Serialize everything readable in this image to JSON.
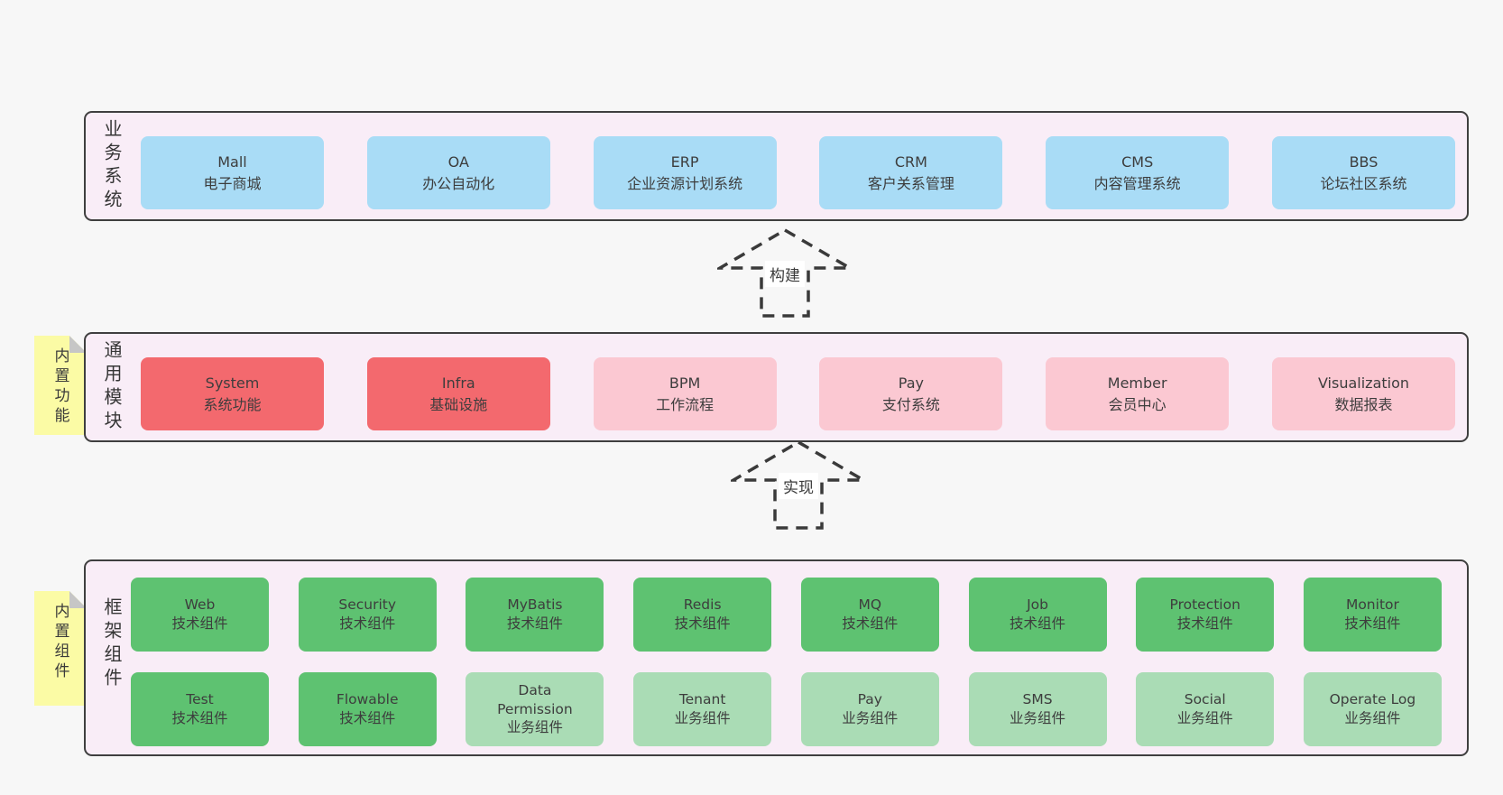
{
  "colors": {
    "page_bg": "#f7f7f7",
    "container_bg": "#f9edf7",
    "container_border": "#3f3f3f",
    "business_box_blue": "#a9dcf6",
    "module_box_red": "#f3696e",
    "module_box_pink": "#fbc8d2",
    "component_box_green": "#5ec271",
    "component_box_light_green": "#aadcb5",
    "note_yellow": "#fbfba5",
    "note_fold_gray": "#c6c6c6",
    "arrow_stroke": "#3a3a3a",
    "text": "#3d3d3d"
  },
  "arrows": {
    "build": "构建",
    "implement": "实现"
  },
  "layers": {
    "business": {
      "title": "业务系统",
      "boxes": [
        {
          "name": "Mall",
          "desc": "电子商城"
        },
        {
          "name": "OA",
          "desc": "办公自动化"
        },
        {
          "name": "ERP",
          "desc": "企业资源计划系统"
        },
        {
          "name": "CRM",
          "desc": "客户关系管理"
        },
        {
          "name": "CMS",
          "desc": "内容管理系统"
        },
        {
          "name": "BBS",
          "desc": "论坛社区系统"
        }
      ]
    },
    "modules": {
      "note": "内置功能",
      "title": "通用模块",
      "boxes": [
        {
          "name": "System",
          "desc": "系统功能"
        },
        {
          "name": "Infra",
          "desc": "基础设施"
        },
        {
          "name": "BPM",
          "desc": "工作流程"
        },
        {
          "name": "Pay",
          "desc": "支付系统"
        },
        {
          "name": "Member",
          "desc": "会员中心"
        },
        {
          "name": "Visualization",
          "desc": "数据报表"
        }
      ]
    },
    "components": {
      "note": "内置组件",
      "title": "框架组件",
      "row1": [
        {
          "name": "Web",
          "desc": "技术组件"
        },
        {
          "name": "Security",
          "desc": "技术组件"
        },
        {
          "name": "MyBatis",
          "desc": "技术组件"
        },
        {
          "name": "Redis",
          "desc": "技术组件"
        },
        {
          "name": "MQ",
          "desc": "技术组件"
        },
        {
          "name": "Job",
          "desc": "技术组件"
        },
        {
          "name": "Protection",
          "desc": "技术组件"
        },
        {
          "name": "Monitor",
          "desc": "技术组件"
        }
      ],
      "row2": [
        {
          "name": "Test",
          "desc": "技术组件"
        },
        {
          "name": "Flowable",
          "desc": "技术组件"
        },
        {
          "name": "Data Permission",
          "desc": "业务组件"
        },
        {
          "name": "Tenant",
          "desc": "业务组件"
        },
        {
          "name": "Pay",
          "desc": "业务组件"
        },
        {
          "name": "SMS",
          "desc": "业务组件"
        },
        {
          "name": "Social",
          "desc": "业务组件"
        },
        {
          "name": "Operate Log",
          "desc": "业务组件"
        }
      ]
    }
  }
}
